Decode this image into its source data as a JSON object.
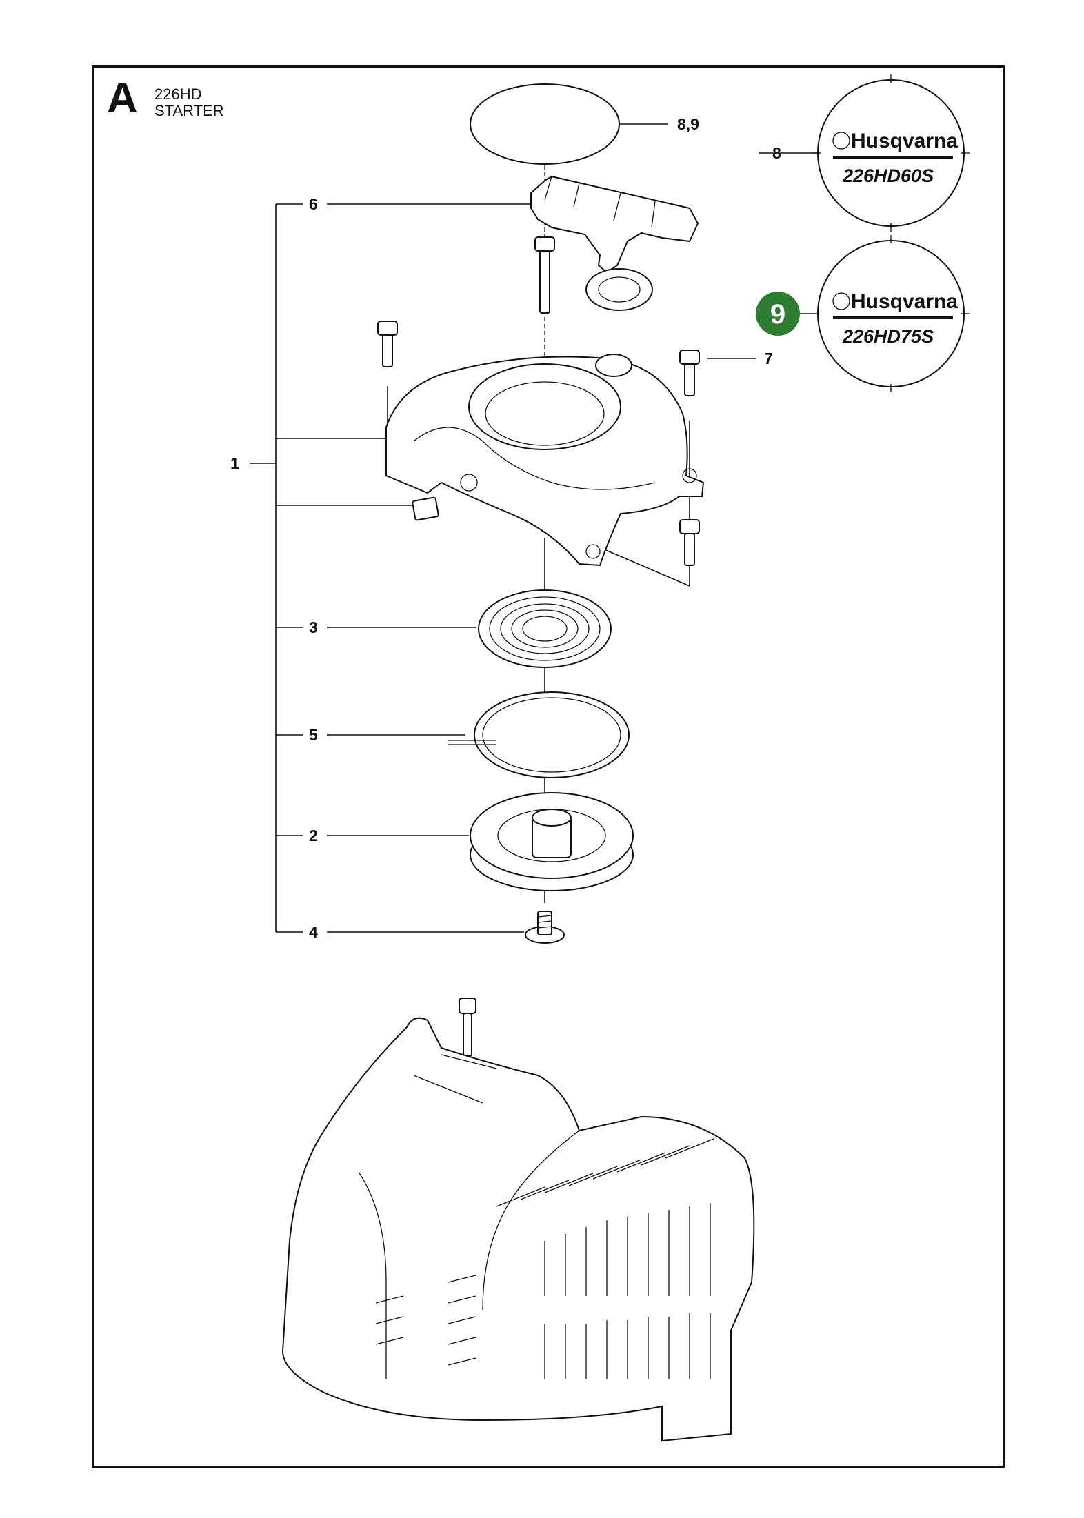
{
  "header": {
    "section_letter": "A",
    "model": "226HD",
    "title": "STARTER"
  },
  "callouts": {
    "c1": "1",
    "c2": "2",
    "c3": "3",
    "c4": "4",
    "c5": "5",
    "c6": "6",
    "c7": "7",
    "c8": "8",
    "c89": "8,9",
    "c9_badge": "9"
  },
  "decals": {
    "decal_8": {
      "brand": "Husqvarna",
      "model": "226HD60S"
    },
    "decal_9": {
      "brand": "Husqvarna",
      "model": "226HD75S"
    }
  },
  "colors": {
    "badge_green": "#2e7d32",
    "line": "#111111"
  }
}
